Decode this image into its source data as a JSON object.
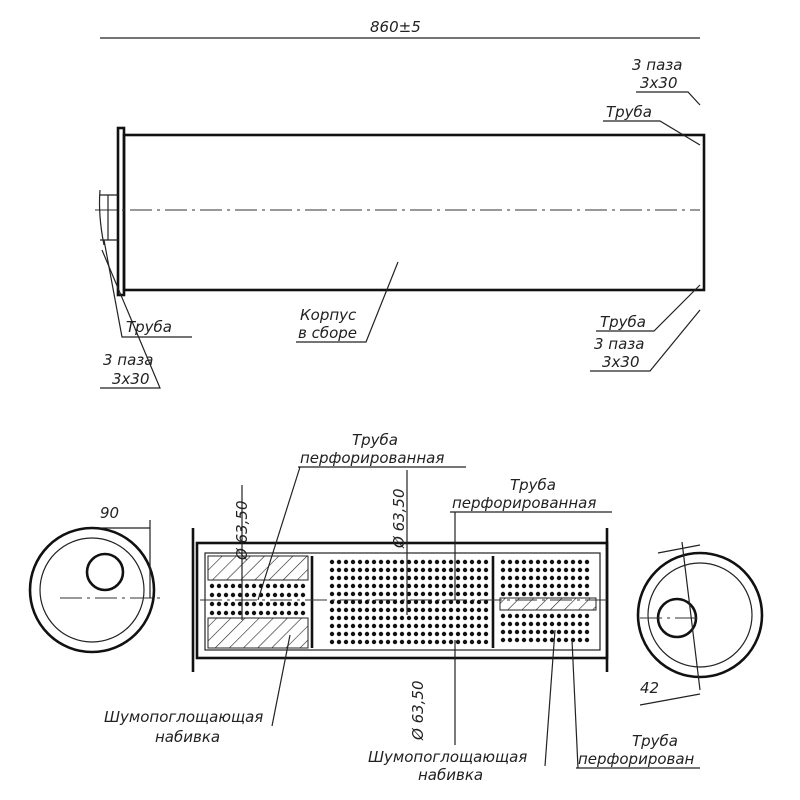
{
  "drawing": {
    "overall_dimension": "860±5",
    "top_view": {
      "slots_top_right": [
        "3 паза",
        "3х30"
      ],
      "pipe_top_right": "Труба",
      "pipe_left": "Труба",
      "slots_left": [
        "3 паза",
        "3х30"
      ],
      "housing": [
        "Корпус",
        "в сборе"
      ],
      "pipe_bottom_right": "Труба",
      "slots_bottom_right": [
        "3 паза",
        "3х30"
      ]
    },
    "section_view": {
      "perforated_pipe_1": [
        "Труба",
        "перфорированная"
      ],
      "perforated_pipe_2": [
        "Труба",
        "перфорированная"
      ],
      "perforated_pipe_3": [
        "Труба",
        "перфорирован"
      ],
      "diameter_1": "Ø 63,50",
      "diameter_2": "Ø 63,50",
      "diameter_3": "Ø 63,50",
      "packing_1": [
        "Шумопоглощающая",
        "набивка"
      ],
      "packing_2": [
        "Шумопоглощающая",
        "набивка"
      ],
      "dim_left": "90",
      "dim_right": "42"
    }
  }
}
